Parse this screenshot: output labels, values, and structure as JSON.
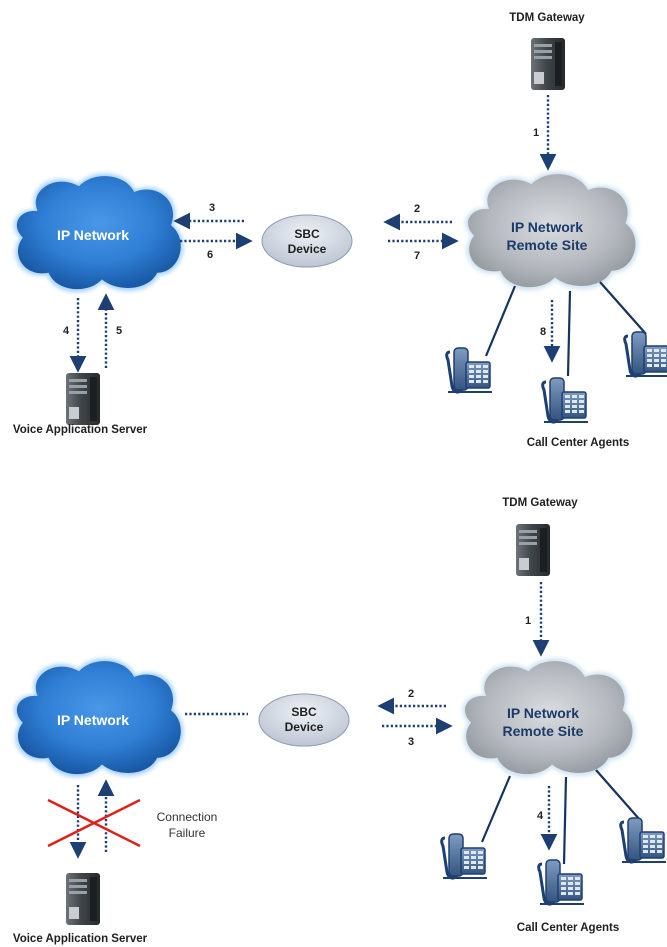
{
  "diagrams": [
    {
      "tdm_gateway_label": "TDM Gateway",
      "ip_network_label": "IP Network",
      "sbc_label_line1": "SBC",
      "sbc_label_line2": "Device",
      "remote_site_line1": "IP Network",
      "remote_site_line2": "Remote Site",
      "voice_server_label": "Voice Application Server",
      "agents_label": "Call Center Agents",
      "step_labels": [
        "1",
        "2",
        "3",
        "4",
        "5",
        "6",
        "7",
        "8"
      ]
    },
    {
      "tdm_gateway_label": "TDM Gateway",
      "ip_network_label": "IP Network",
      "sbc_label_line1": "SBC",
      "sbc_label_line2": "Device",
      "remote_site_line1": "IP Network",
      "remote_site_line2": "Remote Site",
      "voice_server_label": "Voice Application Server",
      "agents_label": "Call Center Agents",
      "step_labels": [
        "1",
        "2",
        "3",
        "4"
      ],
      "failure_line1": "Connection",
      "failure_line2": "Failure"
    }
  ],
  "colors": {
    "blue_cloud": "#2f7fd6",
    "gray_cloud": "#b8bcc2",
    "arrow": "#1e3f73",
    "failure_cross": "#e0201b"
  },
  "icons": [
    "server-icon",
    "desk-phone-icon",
    "cloud-icon"
  ]
}
